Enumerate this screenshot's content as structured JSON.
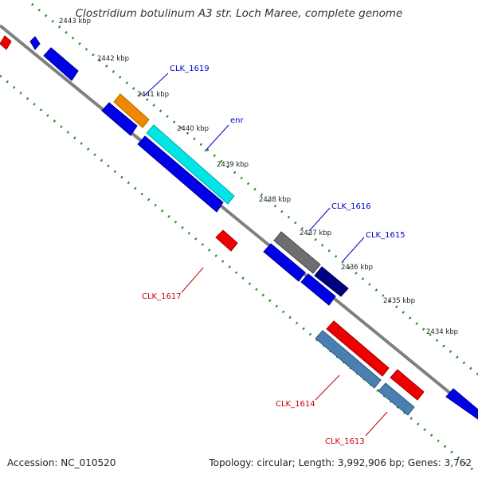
{
  "title": "Clostridium botulinum A3 str. Loch Maree, complete genome",
  "footer": {
    "accession": "Accession: NC_010520",
    "summary": "Topology: circular; Length: 3,992,906 bp; Genes: 3,762"
  },
  "scale": {
    "ticks": [
      "2443 kbp",
      "2442 kbp",
      "2441 kbp",
      "2440 kbp",
      "2439 kbp",
      "2438 kbp",
      "2437 kbp",
      "2436 kbp",
      "2435 kbp",
      "2434 kbp"
    ]
  },
  "gene_labels": [
    {
      "name": "CLK_1619",
      "strand": "forward"
    },
    {
      "name": "enr",
      "strand": "forward"
    },
    {
      "name": "CLK_1616",
      "strand": "forward"
    },
    {
      "name": "CLK_1615",
      "strand": "forward"
    },
    {
      "name": "CLK_1617",
      "strand": "reverse"
    },
    {
      "name": "CLK_1614",
      "strand": "reverse"
    },
    {
      "name": "CLK_1613",
      "strand": "reverse"
    }
  ],
  "colors": {
    "forward_label": "#0000cc",
    "reverse_label": "#cc0000",
    "backbone": "#808080",
    "dotted_track": "#228b22",
    "blue_cds": "#0000e6",
    "red_cds": "#ee0000",
    "orange_cds": "#ee8800",
    "cyan_cds": "#00e5e5",
    "gray_cds": "#6e6e6e",
    "navy_cds": "#000080",
    "steel_cds": "#4a7fb0"
  }
}
